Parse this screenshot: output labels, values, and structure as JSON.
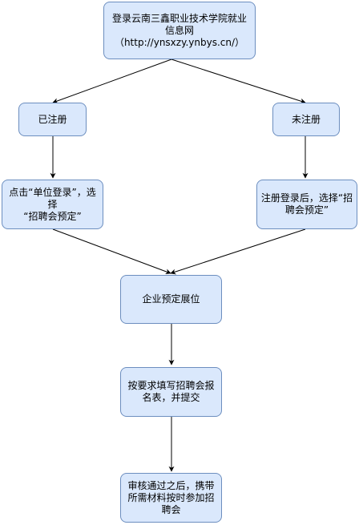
{
  "diagram": {
    "nodes": {
      "login": {
        "text": "登录云南三鑫职业技术学院就业\n信息网\n（http://ynsxzy.ynbys.cn/）"
      },
      "registered": {
        "text": "已注册"
      },
      "unregistered": {
        "text": "未注册"
      },
      "unit_login": {
        "text": "点击“单位登录”，选择\n“招聘会预定”"
      },
      "register_login": {
        "text": "注册登录后，选择“招\n聘会预定”"
      },
      "reserve_booth": {
        "text": "企业预定展位"
      },
      "fill_form": {
        "text": "按要求填写招聘会报\n名表，并提交"
      },
      "attend": {
        "text": "审核通过之后，携带\n所需材料按时参加招\n聘会"
      }
    },
    "colors": {
      "node_fill": "#dae8fc",
      "node_border": "#6c8ebf",
      "arrow": "#000000"
    }
  }
}
